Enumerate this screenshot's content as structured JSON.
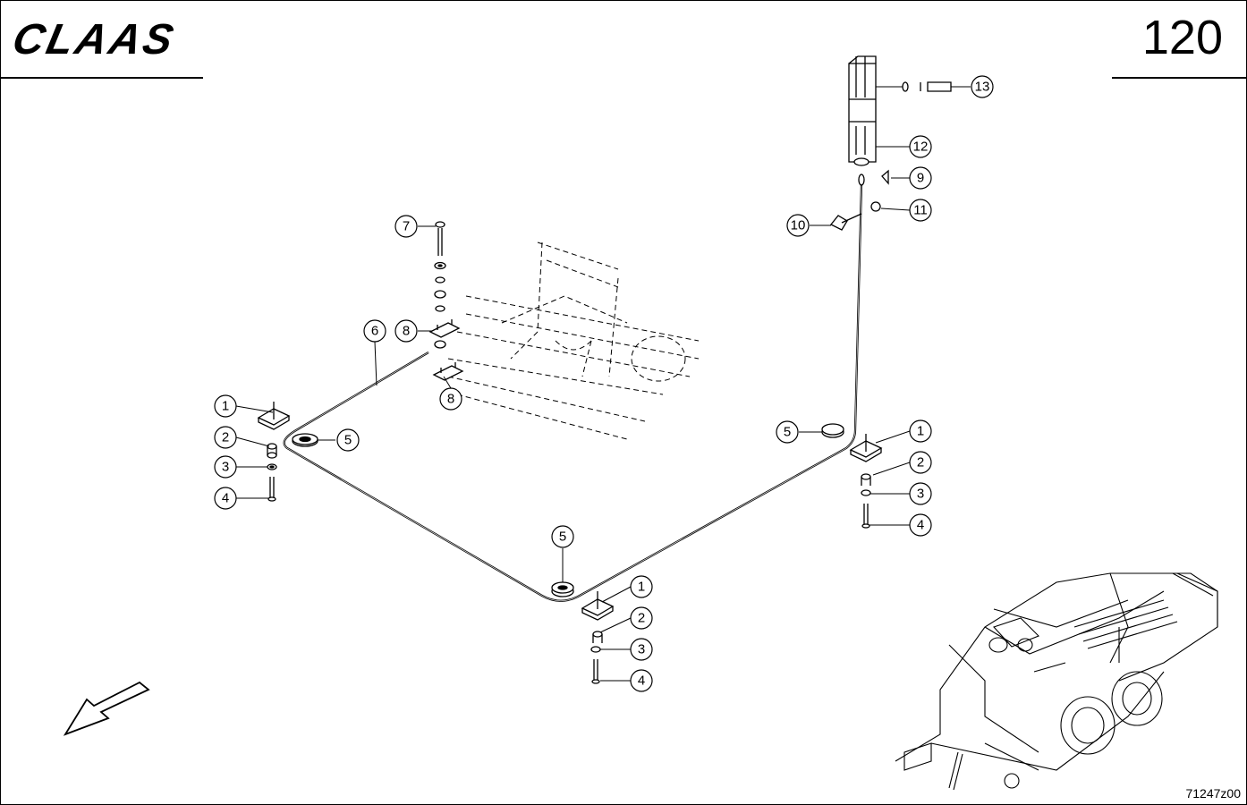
{
  "header": {
    "brand": "CLAAS",
    "page_number": "120"
  },
  "footer": {
    "drawing_code": "71247z00"
  },
  "callouts": [
    {
      "id": "c1a",
      "label": "1"
    },
    {
      "id": "c2a",
      "label": "2"
    },
    {
      "id": "c3a",
      "label": "3"
    },
    {
      "id": "c4a",
      "label": "4"
    },
    {
      "id": "c5a",
      "label": "5"
    },
    {
      "id": "c6",
      "label": "6"
    },
    {
      "id": "c7",
      "label": "7"
    },
    {
      "id": "c8a",
      "label": "8"
    },
    {
      "id": "c8b",
      "label": "8"
    },
    {
      "id": "c5b",
      "label": "5"
    },
    {
      "id": "c1b",
      "label": "1"
    },
    {
      "id": "c2b",
      "label": "2"
    },
    {
      "id": "c3b",
      "label": "3"
    },
    {
      "id": "c4b",
      "label": "4"
    },
    {
      "id": "c1c",
      "label": "1"
    },
    {
      "id": "c2c",
      "label": "2"
    },
    {
      "id": "c3c",
      "label": "3"
    },
    {
      "id": "c4c",
      "label": "4"
    },
    {
      "id": "c5c",
      "label": "5"
    },
    {
      "id": "c9",
      "label": "9"
    },
    {
      "id": "c10",
      "label": "10"
    },
    {
      "id": "c11",
      "label": "11"
    },
    {
      "id": "c12",
      "label": "12"
    },
    {
      "id": "c13",
      "label": "13"
    }
  ]
}
